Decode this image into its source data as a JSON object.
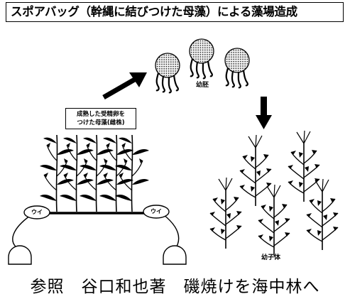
{
  "title": "スポアバッグ（幹縄に結びつけた母藻）による藻場造成",
  "labels": {
    "mother_algae_line1": "成熟した受精卵を",
    "mother_algae_line2": "つけた母藻(雌株)",
    "float_left": "ウイ",
    "float_right": "ウイ",
    "juvenile": "幼胚",
    "young_plant": "幼子体"
  },
  "caption": "参照　谷口和也著　磯焼けを海中林へ"
}
